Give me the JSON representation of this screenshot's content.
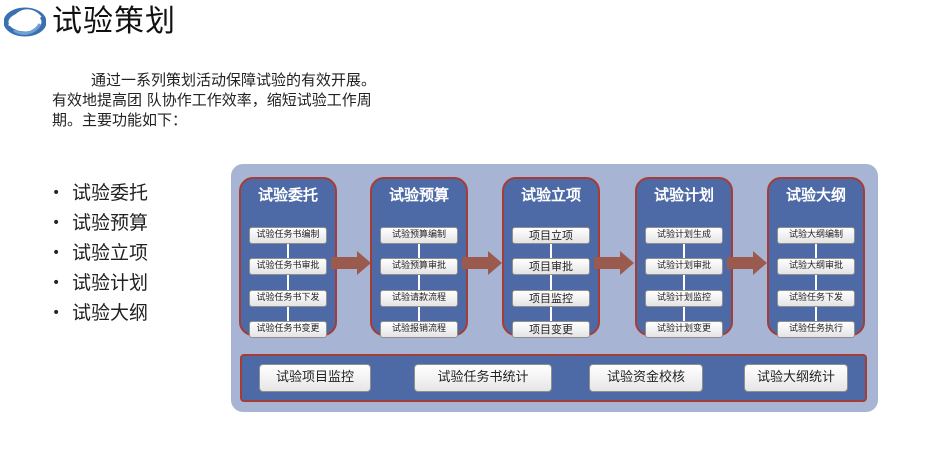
{
  "page": {
    "title": "试验策划",
    "intro": "通过一系列策划活动保障试验的有效开展。有效地提高团 队协作工作效率，缩短试验工作周期。主要功能如下："
  },
  "bullets": [
    "试验委托",
    "试验预算",
    "试验立项",
    "试验计划",
    "试验大纲"
  ],
  "flow": {
    "stages": [
      {
        "title": "试验委托",
        "steps": [
          "试验任务书编制",
          "试验任务书审批",
          "试验任务书下发",
          "试验任务书变更"
        ]
      },
      {
        "title": "试验预算",
        "steps": [
          "试验预算编制",
          "试验预算审批",
          "试验请款流程",
          "试验报销流程"
        ]
      },
      {
        "title": "试验立项",
        "steps": [
          "项目立项",
          "项目审批",
          "项目监控",
          "项目变更"
        ]
      },
      {
        "title": "试验计划",
        "steps": [
          "试验计划生成",
          "试验计划审批",
          "试验计划监控",
          "试验计划变更"
        ]
      },
      {
        "title": "试验大纲",
        "steps": [
          "试验大纲编制",
          "试验大纲审批",
          "试验任务下发",
          "试验任务执行"
        ]
      }
    ],
    "bottom": [
      "试验项目监控",
      "试验任务书统计",
      "试验资金校核",
      "试验大纲统计"
    ]
  },
  "colors": {
    "panel": "#a7b4d4",
    "stage": "#4d6aa6",
    "stage_border": "#a63d35",
    "arrow": "#9b5a4e",
    "logo": "#3a6fb0"
  },
  "icons": {
    "logo": "swirl-logo-icon",
    "arrow": "right-arrow-icon"
  }
}
